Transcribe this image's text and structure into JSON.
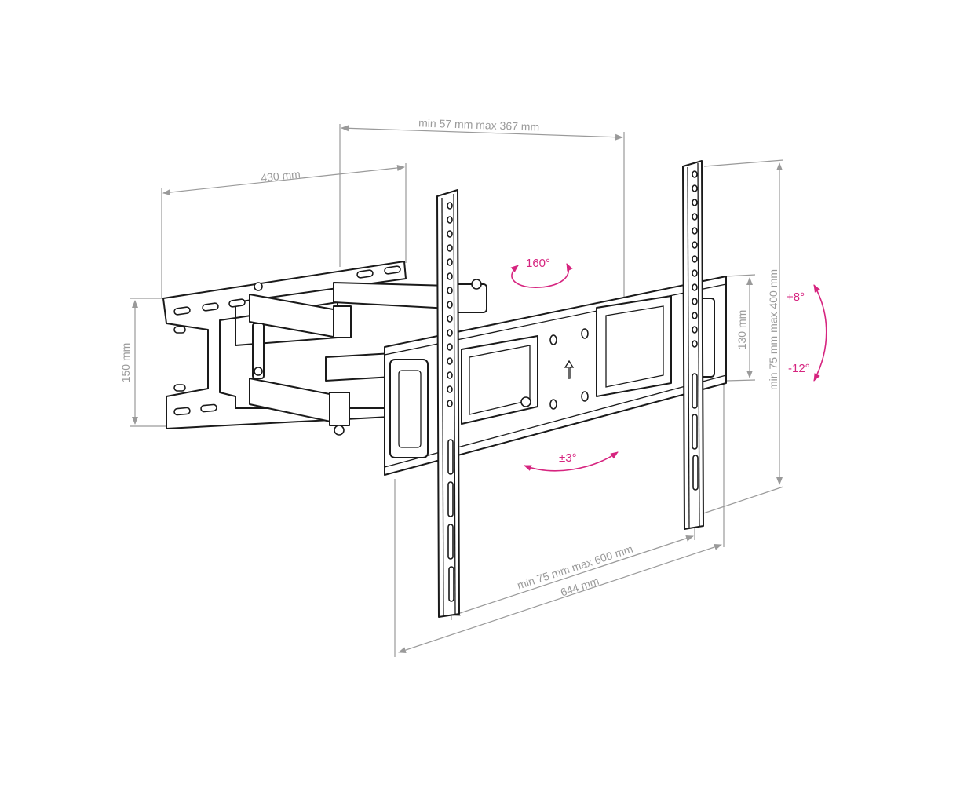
{
  "dimensions": {
    "extension": "min 57 mm max 367 mm",
    "arm_length": "430 mm",
    "wall_plate_height": "150 mm",
    "bar_height": "130 mm",
    "vesa_vertical": "min 75 mm max 400 mm",
    "vesa_horizontal": "min 75 mm max 600 mm",
    "total_width": "644 mm"
  },
  "angles": {
    "swivel": "160°",
    "level": "±3°",
    "tilt_up": "+8°",
    "tilt_down": "-12°"
  },
  "colors": {
    "dimension": "#9a9a9a",
    "angle": "#d6247f",
    "line": "#1a1a1a"
  }
}
